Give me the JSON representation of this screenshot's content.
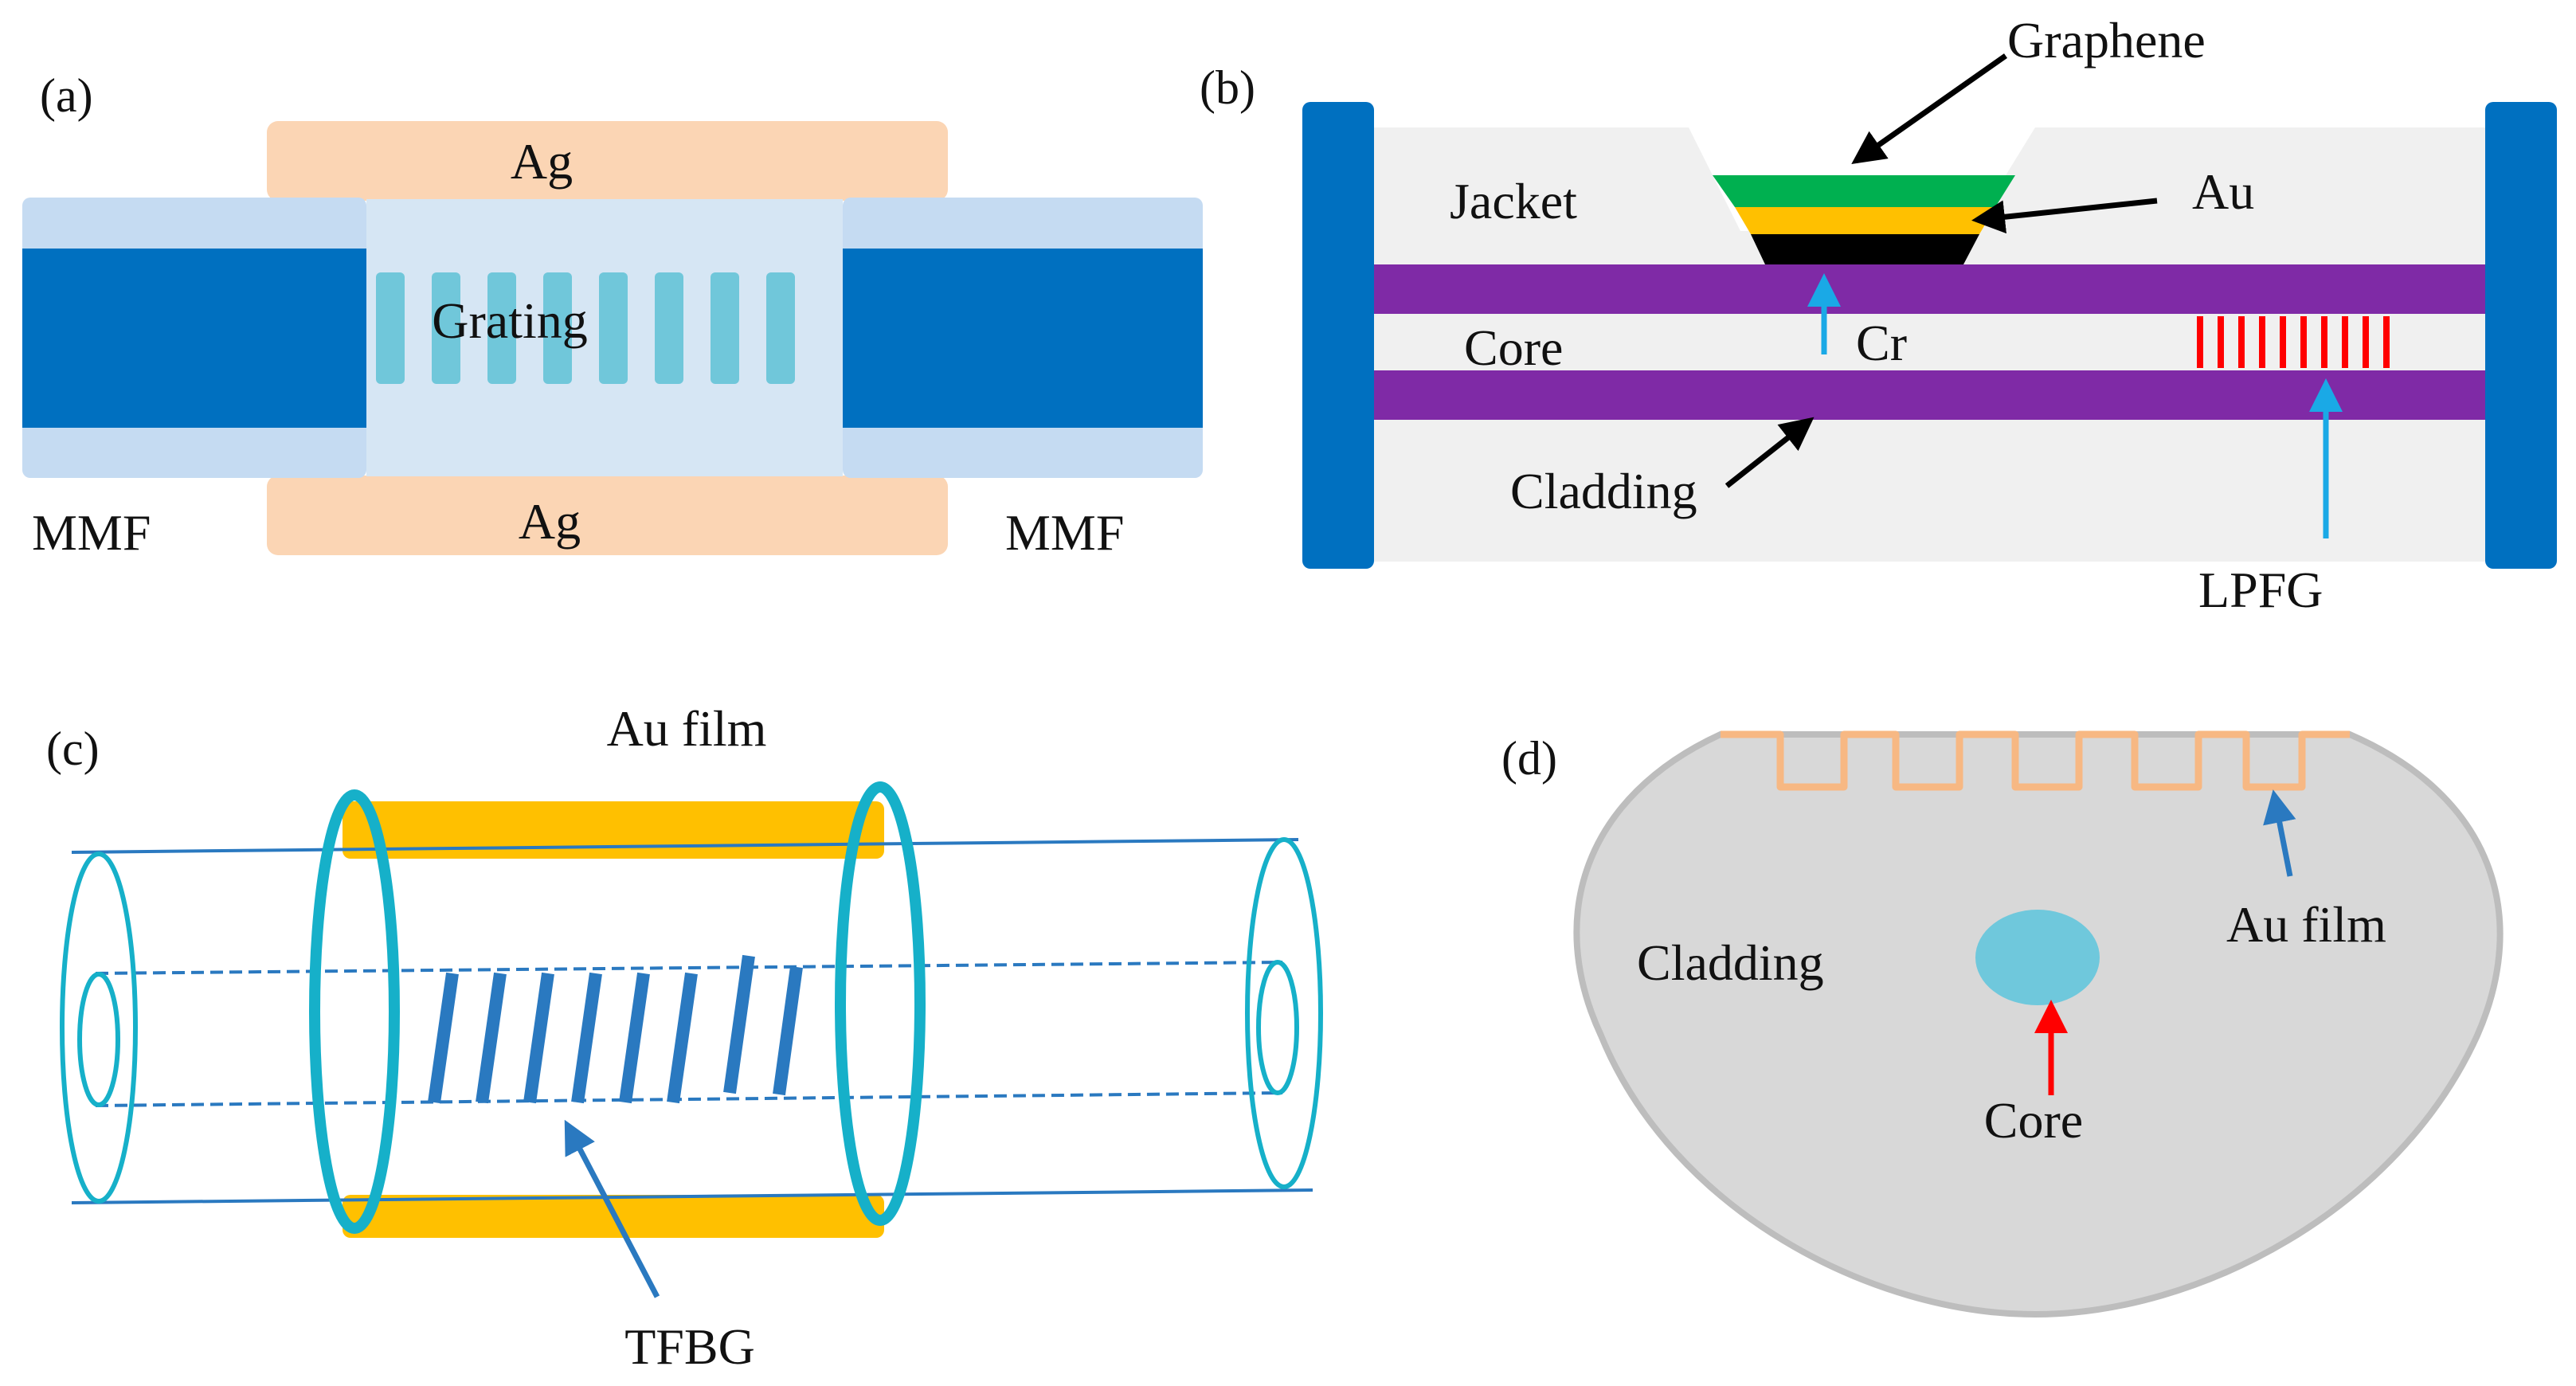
{
  "panels": {
    "a": {
      "label": "(a)",
      "top_layer": "Ag",
      "bottom_layer": "Ag",
      "center": "Grating",
      "left_fiber": "MMF",
      "right_fiber": "MMF"
    },
    "b": {
      "label": "(b)",
      "graphene": "Graphene",
      "gold": "Au",
      "chromium": "Cr",
      "jacket": "Jacket",
      "core": "Core",
      "cladding": "Cladding",
      "grating": "LPFG"
    },
    "c": {
      "label": "(c)",
      "film": "Au film",
      "grating": "TFBG"
    },
    "d": {
      "label": "(d)",
      "cladding": "Cladding",
      "core": "Core",
      "film": "Au film"
    }
  },
  "colors": {
    "fiber_blue": "#0070c0",
    "cladding_light": "#c5dbf2",
    "grating_region": "#d6e6f4",
    "grating_bars": "#70c7da",
    "silver": "#fbd5b4",
    "jacket": "#f0f0f0",
    "purple": "#7f2aa6",
    "graphene_green": "#00b050",
    "gold": "#ffc000",
    "chromium": "#000000",
    "lpfg_red": "#ff0000",
    "arrow_cyan": "#1aa9e6",
    "tube_cyan": "#16b0c9",
    "tfbg_blue": "#2a79c0",
    "cladding_gray": "#d8d8d8",
    "core_cyan": "#6fc8dc",
    "au_film_peach": "#f7b883"
  }
}
